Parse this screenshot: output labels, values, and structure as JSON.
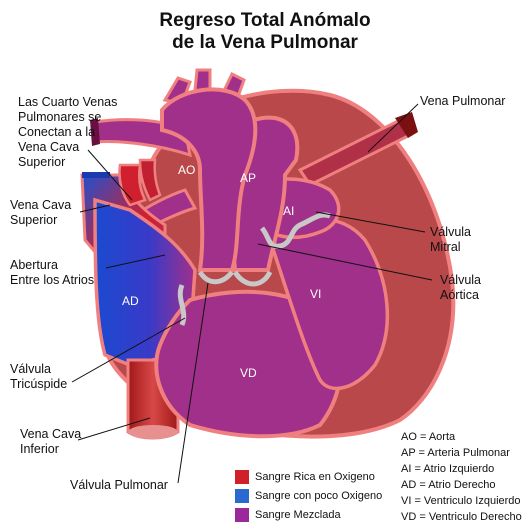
{
  "title": {
    "line1": "Regreso Total Anómalo",
    "line2": "de la Vena Pulmonar"
  },
  "labels": {
    "cuatro_venas": [
      "Las Cuarto Venas",
      "Pulmonares se",
      "Conectan a la",
      "Vena Cava",
      "Superior"
    ],
    "vena_cava_superior": [
      "Vena Cava",
      "Superior"
    ],
    "abertura": [
      "Abertura",
      "Entre los Atrios"
    ],
    "valvula_tricuspide": [
      "Válvula",
      "Tricúspide"
    ],
    "vena_cava_inferior": [
      "Vena Cava",
      "Inferior"
    ],
    "valvula_pulmonar": "Válvula Pulmonar",
    "vena_pulmonar": "Vena Pulmonar",
    "valvula_mitral": [
      "Válvula",
      "Mitral"
    ],
    "valvula_aortica": [
      "Válvula",
      "Aórtica"
    ]
  },
  "chambers": {
    "ao": "AO",
    "ap": "AP",
    "ai": "AI",
    "ad": "AD",
    "vi": "VI",
    "vd": "VD"
  },
  "abbreviations": [
    "AO = Aorta",
    "AP = Arteria Pulmonar",
    "AI = Atrio Izquierdo",
    "AD = Atrio Derecho",
    "VI = Ventriculo Izquierdo",
    "VD = Ventriculo Derecho"
  ],
  "legend": [
    {
      "label": "Sangre Rica en Oxigeno",
      "color": "#d0202a"
    },
    {
      "label": "Sangre con poco Oxigeno",
      "color": "#2a6ad0"
    },
    {
      "label": "Sangre Mezclada",
      "color": "#9a2a9a"
    }
  ],
  "colors": {
    "outline": "#f08080",
    "mixed": "#a0308a",
    "muscle": "#b8484a",
    "valve": "#c8c8c8"
  }
}
